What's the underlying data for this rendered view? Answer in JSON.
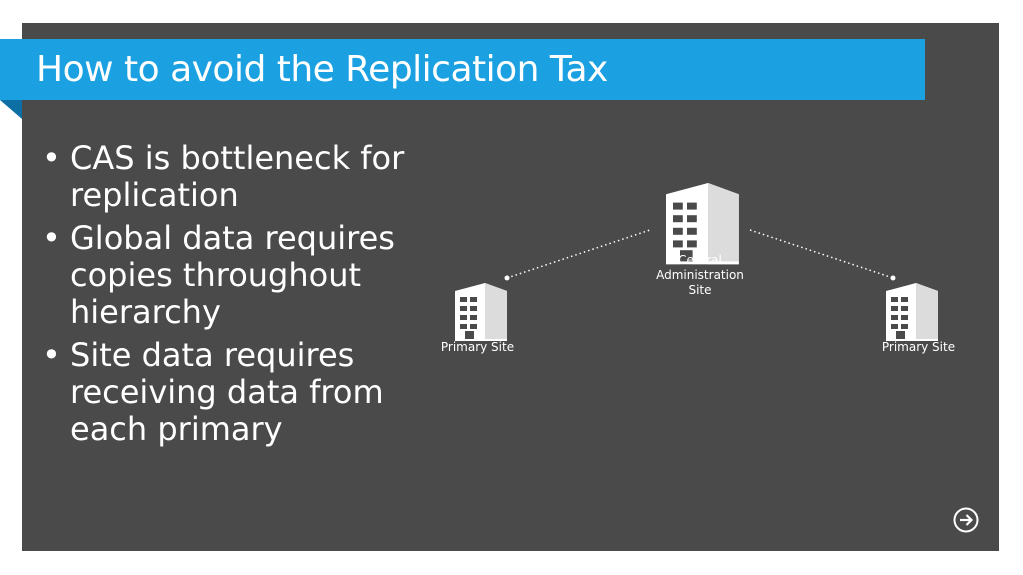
{
  "slide": {
    "title": "How to avoid the Replication Tax",
    "bullets": [
      "CAS is bottleneck for replication",
      "Global data requires copies throughout hierarchy",
      "Site data requires receiving data from each primary"
    ],
    "bullet_glyph": "•"
  },
  "diagram": {
    "central_label_lines": [
      "Central",
      "Administration",
      "Site"
    ],
    "left_label": "Primary Site",
    "right_label": "Primary Site",
    "node_icon": "building-icon"
  },
  "nav": {
    "icon": "arrow-right-circle-icon"
  },
  "colors": {
    "slide_bg": "#4a4a4a",
    "title_bar": "#1ba1e2",
    "title_fold": "#0e6fa4",
    "text": "#ffffff"
  }
}
